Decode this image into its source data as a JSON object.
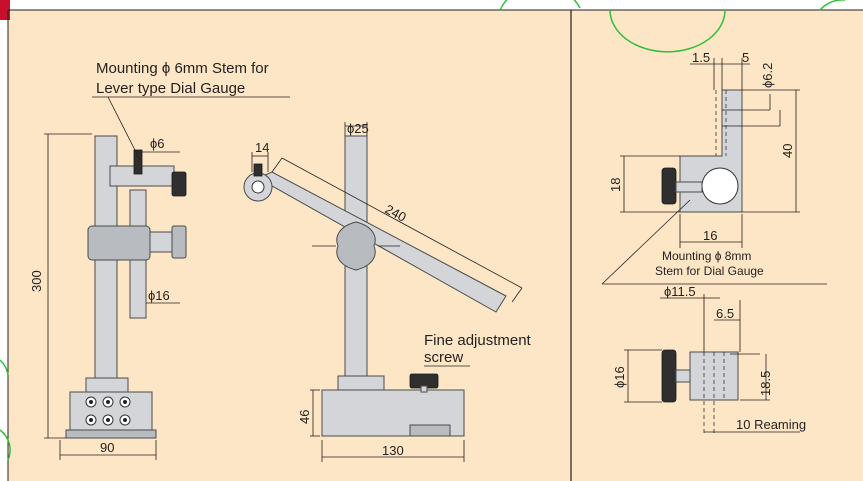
{
  "colors": {
    "background": "#fde6c6",
    "frame": "#231f20",
    "part_fill": "#d3d5d8",
    "part_outline": "#4a4a4a",
    "accent_red": "#c8102e",
    "circle_green": "#2fbf3a"
  },
  "left_view": {
    "callout": [
      "Mounting  ϕ 6mm Stem for",
      "Lever type Dial Gauge"
    ],
    "dims": {
      "height": "300",
      "base_width": "90",
      "stem_diameter": "ϕ6",
      "rod_diameter": "ϕ16"
    }
  },
  "middle_view": {
    "dims": {
      "column_diameter": "ϕ25",
      "head_width": "14",
      "arm_length": "240",
      "base_height": "46",
      "base_width": "130"
    },
    "callout": [
      "Fine adjustment",
      "screw"
    ]
  },
  "right_top_view": {
    "dims": {
      "d1": "1.5",
      "d2": "5",
      "d3": "ϕ6.2",
      "height": "40",
      "left_height": "18",
      "width": "16"
    },
    "callout": [
      "Mounting  ϕ 8mm",
      "Stem for Dial Gauge"
    ]
  },
  "right_bottom_view": {
    "dims": {
      "d1": "ϕ11.5",
      "d2": "6.5",
      "d3": "ϕ16",
      "d4": "18.5",
      "reaming": "10 Reaming"
    }
  }
}
